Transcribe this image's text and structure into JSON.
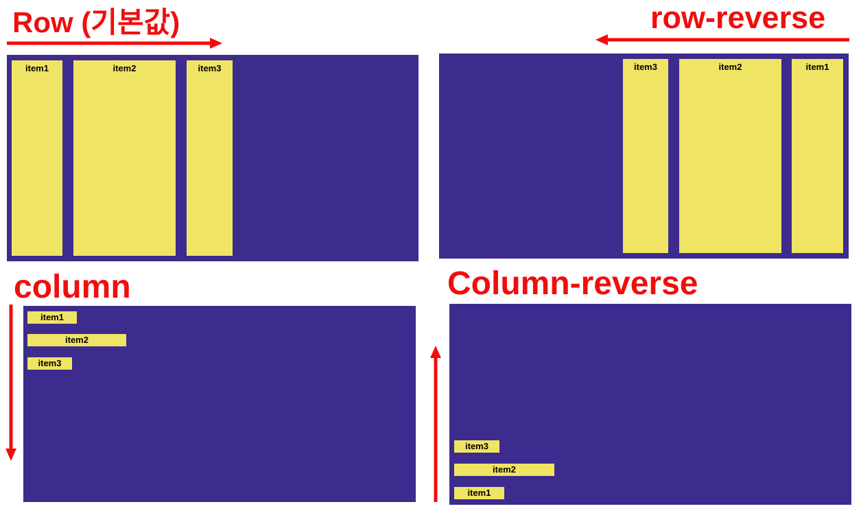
{
  "colors": {
    "title": "#f20d0d",
    "container": "#3d2b8e",
    "item": "#f0e464",
    "arrow": "#f20d0d"
  },
  "panels": {
    "row": {
      "title": "Row (기본값)",
      "direction": "left-to-right",
      "items": [
        "item1",
        "item2",
        "item3"
      ]
    },
    "row_reverse": {
      "title": "row-reverse",
      "direction": "right-to-left",
      "items": [
        "item3",
        "item2",
        "item1"
      ]
    },
    "column": {
      "title": "column",
      "direction": "top-to-bottom",
      "items": [
        "item1",
        "item2",
        "item3"
      ]
    },
    "column_reverse": {
      "title": "Column-reverse",
      "direction": "bottom-to-top",
      "items": [
        "item3",
        "item2",
        "item1"
      ]
    }
  }
}
